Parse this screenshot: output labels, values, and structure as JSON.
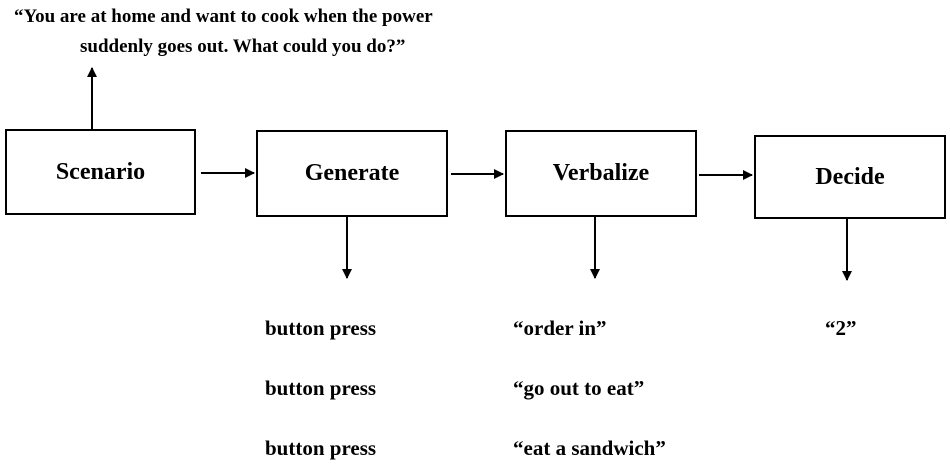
{
  "scenario_prompt": {
    "line1": "“You are at home and want to cook when the power",
    "line2": "suddenly goes out. What could you do?”"
  },
  "stages": [
    {
      "label": "Scenario"
    },
    {
      "label": "Generate"
    },
    {
      "label": "Verbalize"
    },
    {
      "label": "Decide"
    }
  ],
  "outputs": {
    "generate": [
      "button press",
      "button press",
      "button press"
    ],
    "verbalize": [
      "“order in”",
      "“go out to eat”",
      "“eat a sandwich”"
    ],
    "decide": [
      "“2”"
    ]
  }
}
